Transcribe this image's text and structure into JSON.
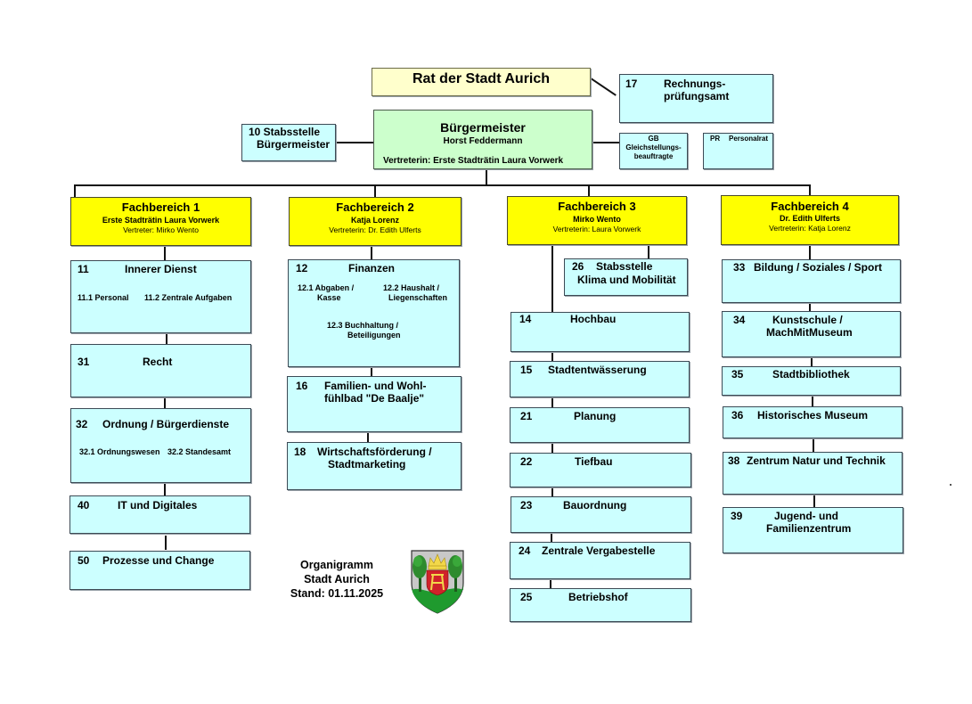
{
  "council": {
    "title": "Rat der Stadt Aurich"
  },
  "audit": {
    "number": "17",
    "name_line1": "Rechnungs-",
    "name_line2": "prüfungsamt"
  },
  "staff_mayor": {
    "line1": "10  Stabsstelle",
    "line2": "Bürgermeister"
  },
  "mayor": {
    "title": "Bürgermeister",
    "name": "Horst Feddermann",
    "deputy": "Vertreterin: Erste Stadträtin Laura Vorwerk"
  },
  "equality": {
    "line1": "GB",
    "line2": "Gleichstellungs-",
    "line3": "beauftragte"
  },
  "staff_council": {
    "abbr": "PR",
    "name": "Personalrat"
  },
  "departments": [
    {
      "title": "Fachbereich 1",
      "head": "Erste Stadträtin Laura Vorwerk",
      "deputy": "Vertreter: Mirko Wento",
      "units": [
        {
          "number": "11",
          "name": "Innerer Dienst",
          "sub": [
            "11.1 Personal",
            "11.2 Zentrale Aufgaben"
          ]
        },
        {
          "number": "31",
          "name": "Recht"
        },
        {
          "number": "32",
          "name": "Ordnung / Bürgerdienste",
          "sub": [
            "32.1 Ordnungswesen",
            "32.2  Standesamt"
          ]
        },
        {
          "number": "40",
          "name": "IT und Digitales"
        },
        {
          "number": "50",
          "name": "Prozesse und Change"
        }
      ]
    },
    {
      "title": "Fachbereich 2",
      "head": "Katja Lorenz",
      "deputy": "Vertreterin: Dr. Edith Ulferts",
      "units": [
        {
          "number": "12",
          "name": "Finanzen",
          "sub": [
            "12.1 Abgaben /",
            "Kasse",
            "12.2 Haushalt /",
            "Liegenschaften",
            "12.3 Buchhaltung /",
            "Beteiligungen"
          ]
        },
        {
          "number": "16",
          "name_line1": "Familien- und Wohl-",
          "name_line2": "fühlbad \"De Baalje\""
        },
        {
          "number": "18",
          "name_line1": "Wirtschaftsförderung /",
          "name_line2": "Stadtmarketing"
        }
      ]
    },
    {
      "title": "Fachbereich 3",
      "head": "Mirko Wento",
      "deputy": "Vertreterin: Laura Vorwerk",
      "units": [
        {
          "number": "26",
          "name_line1": "Stabsstelle",
          "name_line2": "Klima und Mobilität"
        },
        {
          "number": "14",
          "name": "Hochbau"
        },
        {
          "number": "15",
          "name": "Stadtentwässerung"
        },
        {
          "number": "21",
          "name": "Planung"
        },
        {
          "number": "22",
          "name": "Tiefbau"
        },
        {
          "number": "23",
          "name": "Bauordnung"
        },
        {
          "number": "24",
          "name": "Zentrale Vergabestelle"
        },
        {
          "number": "25",
          "name": "Betriebshof"
        }
      ]
    },
    {
      "title": "Fachbereich 4",
      "head": "Dr. Edith Ulferts",
      "deputy": "Vertreterin: Katja Lorenz",
      "units": [
        {
          "number": "33",
          "name": "Bildung / Soziales / Sport"
        },
        {
          "number": "34",
          "name_line1": "Kunstschule /",
          "name_line2": "MachMitMuseum"
        },
        {
          "number": "35",
          "name": "Stadtbibliothek"
        },
        {
          "number": "36",
          "name": "Historisches Museum"
        },
        {
          "number": "38",
          "name": "Zentrum Natur und Technik"
        },
        {
          "number": "39",
          "name_line1": "Jugend- und",
          "name_line2": "Familienzentrum"
        }
      ]
    }
  ],
  "footer": {
    "line1": "Organigramm",
    "line2": "Stadt Aurich",
    "line3": "Stand: 01.11.2025",
    "logo": "coat-of-arms-aurich"
  },
  "colors": {
    "department": "#ffff00",
    "unit": "#ccffff",
    "council": "#ffffcc",
    "mayor": "#ccffcc"
  }
}
